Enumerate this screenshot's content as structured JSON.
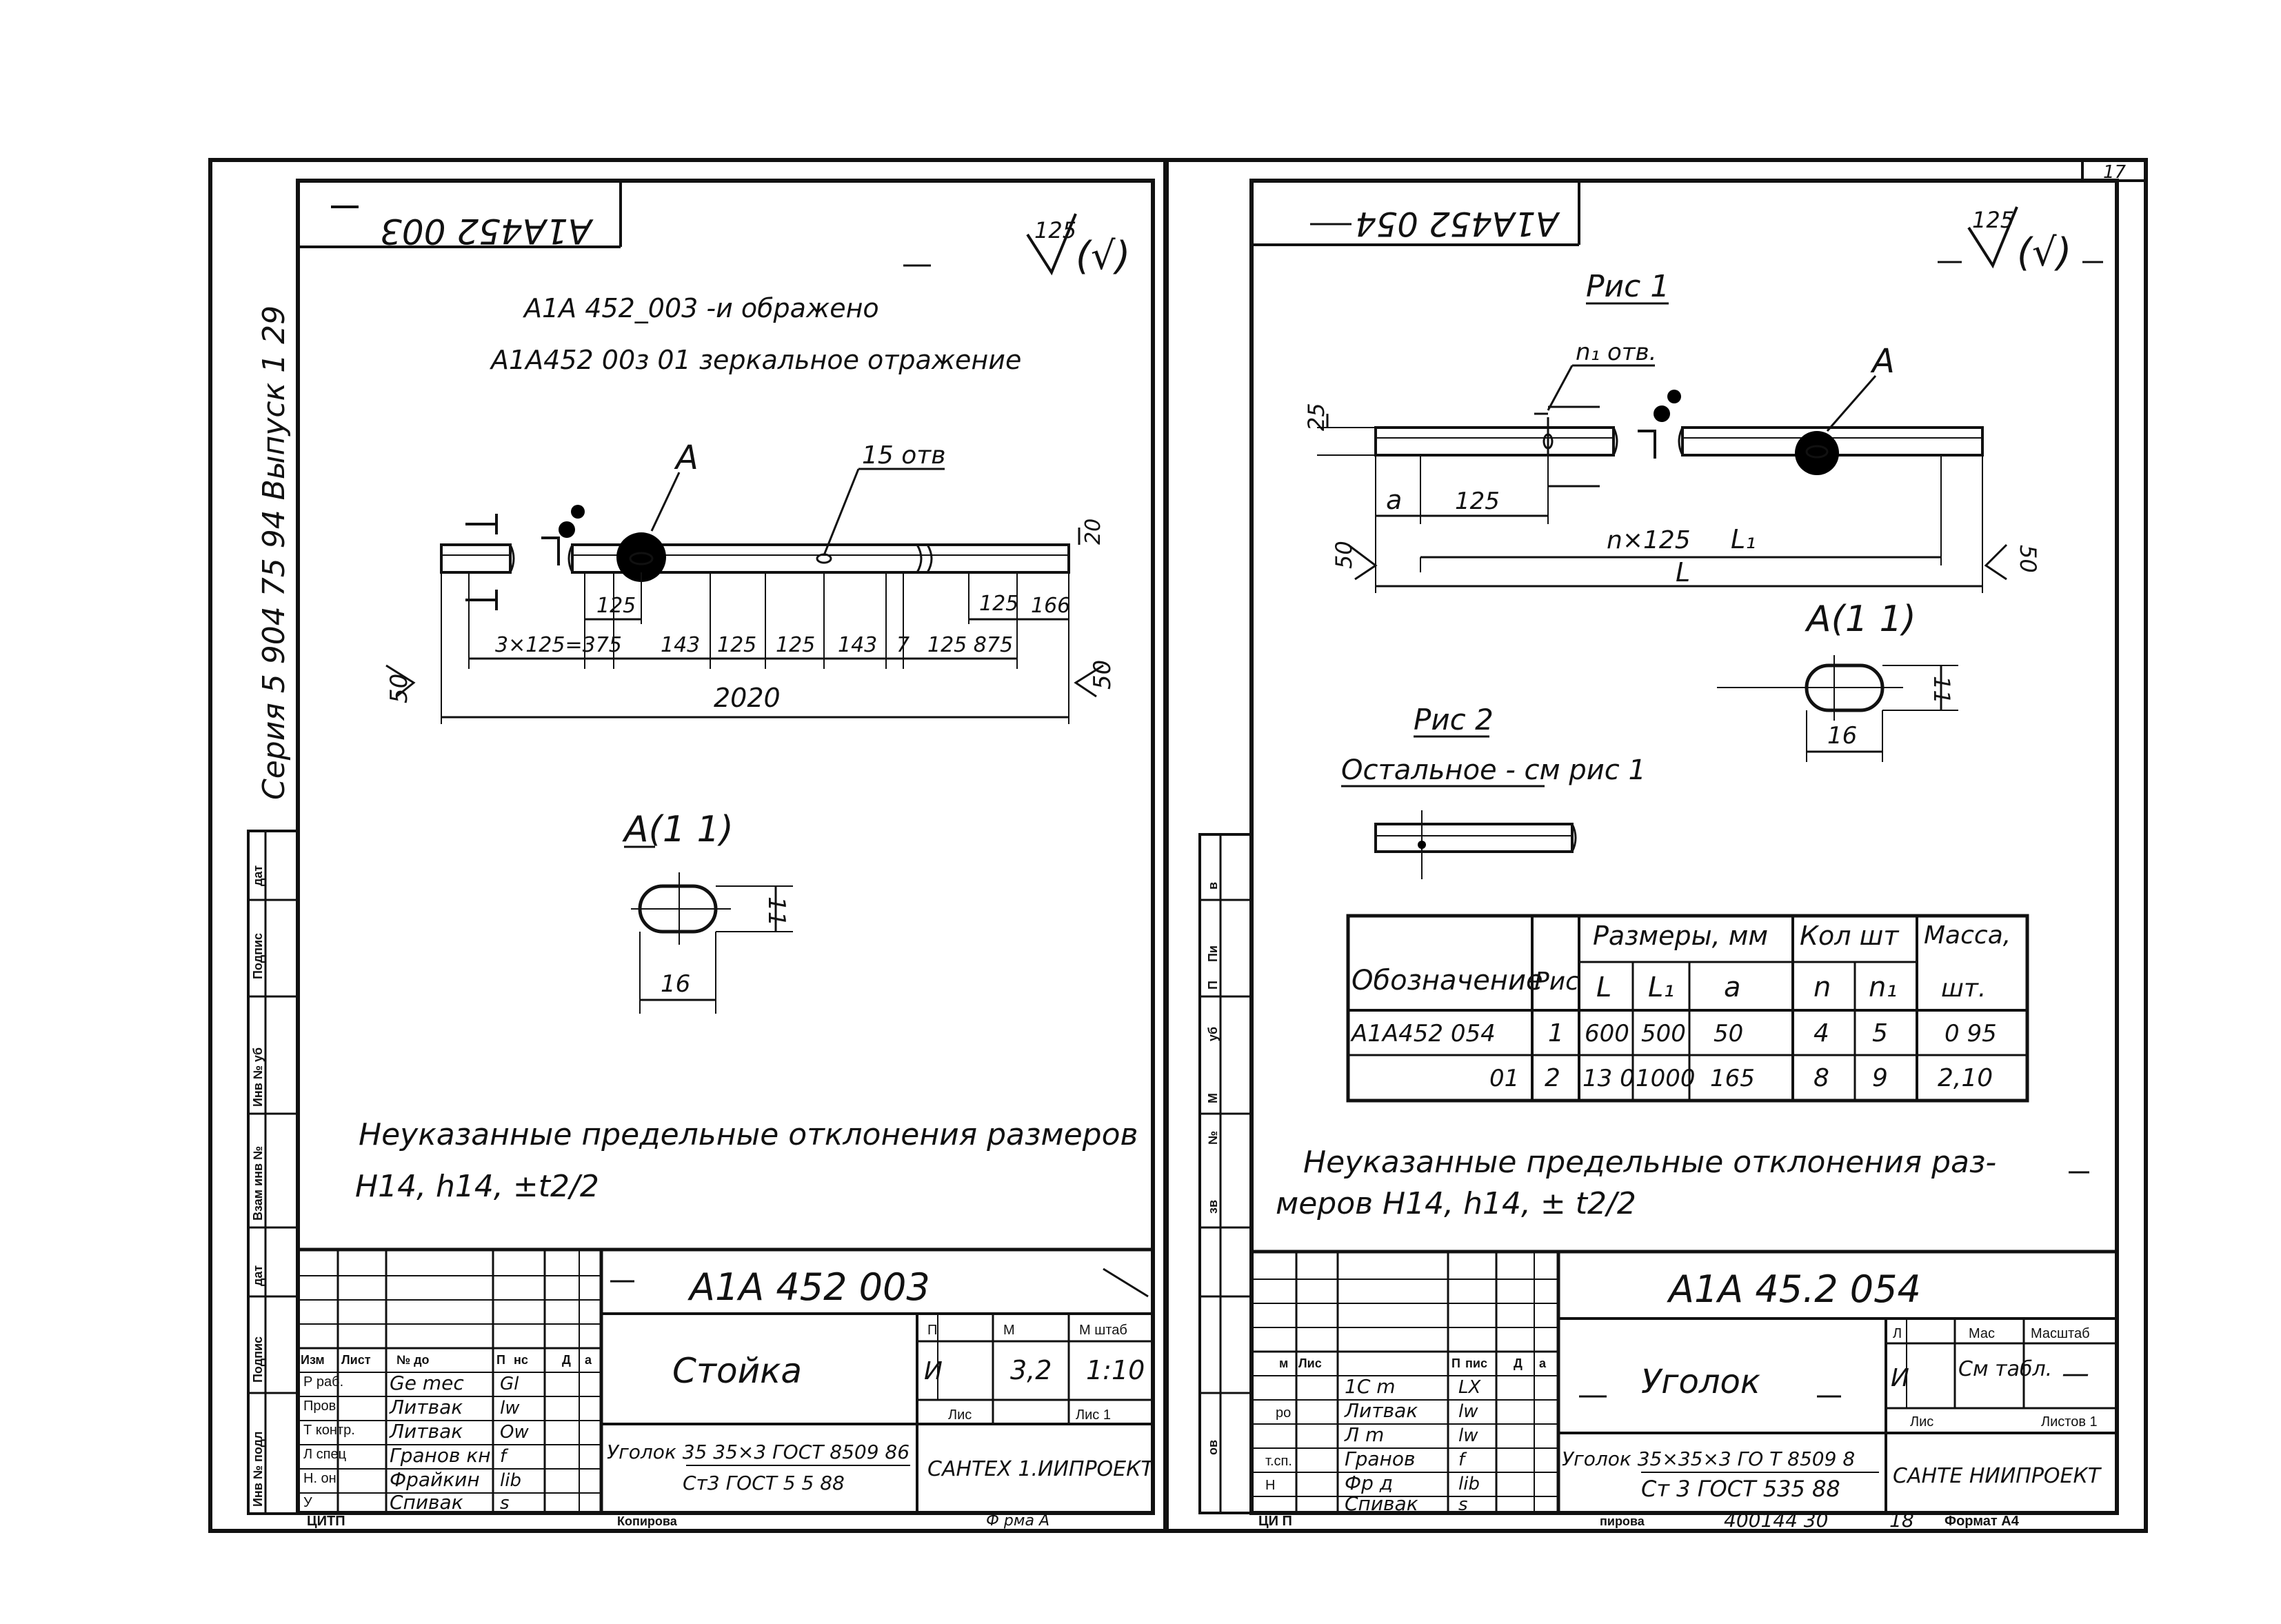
{
  "page_number": "17",
  "left": {
    "mirror_code": "A1A452 003",
    "roughness": "125",
    "roughness_paren": "(√)",
    "note1": "A1A 452_003 -и ображено",
    "note2": "A1A452 00з 01 зеркальное отражение",
    "label_A": "A",
    "holes_label": "15 отв",
    "dims": {
      "d125a": "125",
      "d3x125": "3×125=375",
      "d143a": "143",
      "d125b": "125",
      "d125c": "125",
      "d143b": "143",
      "d7": "7",
      "d125_875": "125 875",
      "d125r": "125",
      "d166": "166",
      "d20": "20",
      "d2020": "2020",
      "d50l": "50",
      "d50r": "50"
    },
    "section_label": "A(1 1)",
    "sec_dim11": "11",
    "sec_dim16": "16",
    "tolerance_line1": "Неуказанные предельные отклонения размеров",
    "tolerance_line2": "H14, h14, ±t2/2",
    "side_text": "Серия 5 904 75 94 Выпуск 1 29",
    "side_table": [
      "дат",
      "Подпис",
      "Инв № уб",
      "Взам инв №",
      "дат",
      "Подпис",
      "Инв № подл"
    ],
    "title_block": {
      "code": "A1A 452 003",
      "name": "Стойка",
      "material1": "Уголок 35 35×3 ГОСТ 8509 86",
      "material2": "Ст3 ГОСТ 5 5 88",
      "org": "САНТЕХ 1.ИИПРОЕКТ",
      "headers": [
        "П",
        "М",
        "М штаб"
      ],
      "lit": "И",
      "mass": "3,2",
      "scale": "1:10",
      "sheet_label": "Лис",
      "sheets_label": "Лис 1",
      "col_headers": [
        "Изм",
        "Лист",
        "№ до",
        "П",
        "нс",
        "Д",
        "а"
      ],
      "roles": [
        {
          "role": "Р раб.",
          "name": "Ge mec",
          "sign": "Gl"
        },
        {
          "role": "Пров",
          "name": "Литвак",
          "sign": "lw"
        },
        {
          "role": "Т контр.",
          "name": "Литвак",
          "sign": "Ow"
        },
        {
          "role": "Л спец",
          "name": "Гранов кн",
          "sign": "f"
        },
        {
          "role": "Н. он",
          "name": "Фрайкин",
          "sign": "lib"
        },
        {
          "role": "У",
          "name": "Спивак",
          "sign": "s"
        }
      ],
      "bottom_left": "ЦИТП",
      "bottom_mid": "Копирова",
      "bottom_right": "Ф рма А"
    }
  },
  "right": {
    "mirror_code": "A1A452 054",
    "roughness": "125",
    "roughness_paren": "(√)",
    "fig1": "Рис 1",
    "holes_label": "n₁ отв.",
    "label_A": "A",
    "dims": {
      "d25": "25",
      "da": "a",
      "d125": "125",
      "dn125": "n×125",
      "dL1": "L₁",
      "dL": "L",
      "d50l": "50",
      "d50r": "50"
    },
    "section_label": "A(1 1)",
    "sec_dim11": "11",
    "sec_dim16": "16",
    "fig2": "Рис 2",
    "fig2_note": "Остальное - см рис 1",
    "table": {
      "h_desig": "Обозначение",
      "h_fig": "Рис",
      "h_sizes": "Размеры, мм",
      "h_qty": "Кол шт",
      "h_mass": "Масса,",
      "h_mass2": "шт.",
      "h_L": "L",
      "h_L1": "L₁",
      "h_a": "a",
      "h_n": "n",
      "h_n1": "n₁",
      "rows": [
        [
          "A1A452 054",
          "1",
          "600",
          "500",
          "50",
          "4",
          "5",
          "0 95"
        ],
        [
          "01",
          "2",
          "13 0",
          "1000",
          "165",
          "8",
          "9",
          "2,10"
        ]
      ]
    },
    "tolerance_line1": "Неуказанные предельные отклонения раз-",
    "tolerance_line2": "меров H14, h14, ± t2/2",
    "title_block": {
      "code": "A1A 45.2 054",
      "name": "Уголок",
      "material1": "Уголок 35×35×3 ГО Т 8509 8",
      "material2": "Ст 3 ГОСТ 535 88",
      "org": "САНТЕ НИИПРОЕКТ",
      "headers": [
        "Л",
        "Мас",
        "Масштаб"
      ],
      "lit": "И",
      "mass": "См табл.",
      "scale": "—",
      "sheet_label": "Лис",
      "sheets_label": "Листов 1",
      "roles": [
        {
          "role": "",
          "name": "1С m",
          "sign": "LX"
        },
        {
          "role": "ро",
          "name": "Литвак",
          "sign": "lw"
        },
        {
          "role": "",
          "name": "Л m",
          "sign": "lw"
        },
        {
          "role": "т.сп.",
          "name": "Гранов",
          "sign": "f"
        },
        {
          "role": "Н",
          "name": "Фр д",
          "sign": "lib"
        },
        {
          "role": "",
          "name": "Спивак",
          "sign": "s"
        }
      ],
      "col_headers": [
        "м",
        "Лис",
        "П",
        "пис",
        "Д",
        "а"
      ],
      "bottom_left": "ЦИ П",
      "bottom_mid": "пирова",
      "bottom_code": "400144 30",
      "bottom_num": "18",
      "bottom_format": "Формат А4"
    },
    "side_table": [
      "в",
      "Пи",
      "П",
      "уб",
      "М",
      "зв",
      "№",
      "ов"
    ]
  }
}
